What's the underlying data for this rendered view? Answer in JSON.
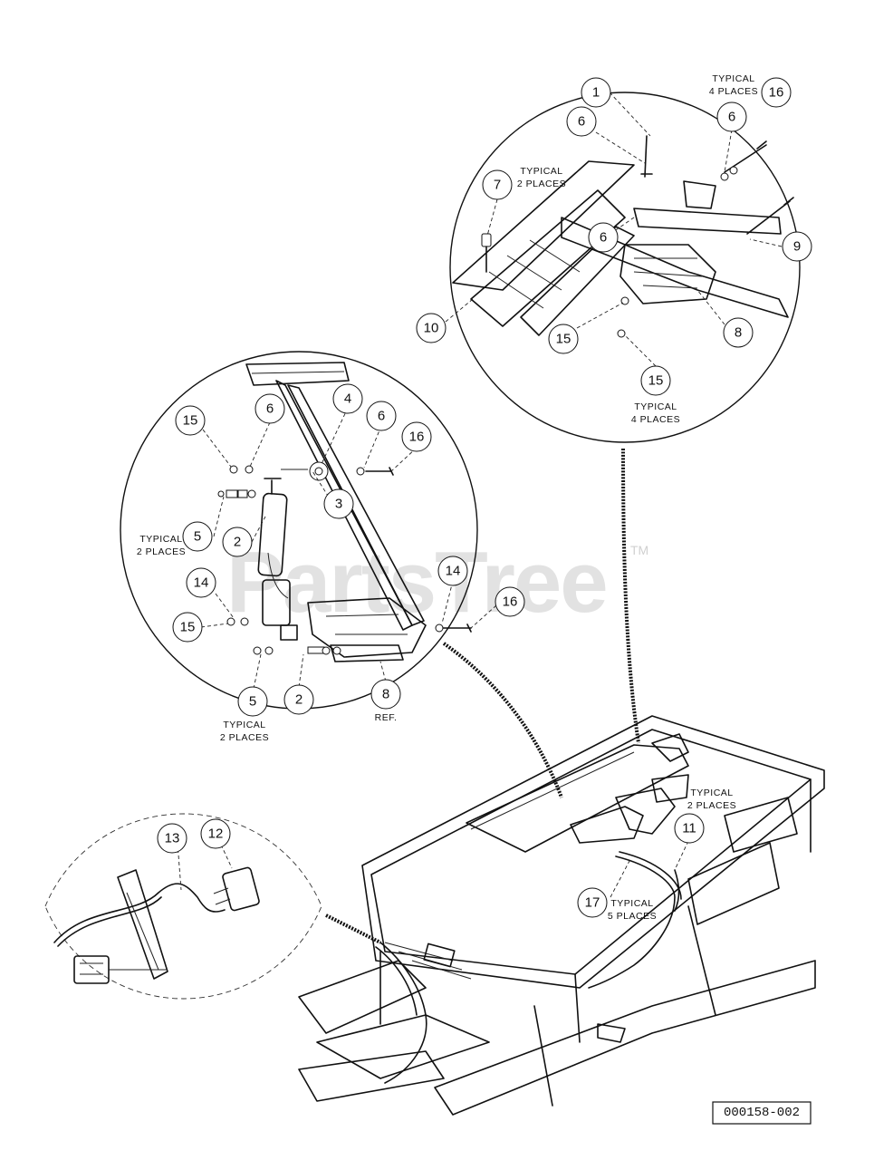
{
  "watermark": {
    "text": "PartsTree",
    "trademark": "TM"
  },
  "figure_id": "000158-002",
  "callouts": [
    {
      "id": "1",
      "label": "1"
    },
    {
      "id": "6a",
      "label": "6"
    },
    {
      "id": "16a",
      "label": "16"
    },
    {
      "id": "6b",
      "label": "6"
    },
    {
      "id": "7",
      "label": "7"
    },
    {
      "id": "6c",
      "label": "6"
    },
    {
      "id": "9",
      "label": "9"
    },
    {
      "id": "10",
      "label": "10"
    },
    {
      "id": "15a",
      "label": "15"
    },
    {
      "id": "8a",
      "label": "8"
    },
    {
      "id": "15b",
      "label": "15"
    },
    {
      "id": "15c",
      "label": "15"
    },
    {
      "id": "6d",
      "label": "6"
    },
    {
      "id": "4",
      "label": "4"
    },
    {
      "id": "6e",
      "label": "6"
    },
    {
      "id": "16b",
      "label": "16"
    },
    {
      "id": "3",
      "label": "3"
    },
    {
      "id": "5a",
      "label": "5"
    },
    {
      "id": "2a",
      "label": "2"
    },
    {
      "id": "14a",
      "label": "14"
    },
    {
      "id": "14b",
      "label": "14"
    },
    {
      "id": "16c",
      "label": "16"
    },
    {
      "id": "15d",
      "label": "15"
    },
    {
      "id": "5b",
      "label": "5"
    },
    {
      "id": "2b",
      "label": "2"
    },
    {
      "id": "8b",
      "label": "8"
    },
    {
      "id": "13",
      "label": "13"
    },
    {
      "id": "12",
      "label": "12"
    },
    {
      "id": "11",
      "label": "11"
    },
    {
      "id": "17",
      "label": "17"
    }
  ],
  "notes": {
    "typical_4_places_top": [
      "TYPICAL",
      "4 PLACES"
    ],
    "typical_2_places_7": [
      "TYPICAL",
      "2 PLACES"
    ],
    "typical_4_places_15": [
      "TYPICAL",
      "4 PLACES"
    ],
    "typical_2_places_5a": [
      "TYPICAL",
      "2 PLACES"
    ],
    "typical_2_places_5b": [
      "TYPICAL",
      "2 PLACES"
    ],
    "ref_8": "REF.",
    "typical_2_places_11": [
      "TYPICAL",
      "2 PLACES"
    ],
    "typical_5_places_17": [
      "TYPICAL",
      "5 PLACES"
    ]
  }
}
